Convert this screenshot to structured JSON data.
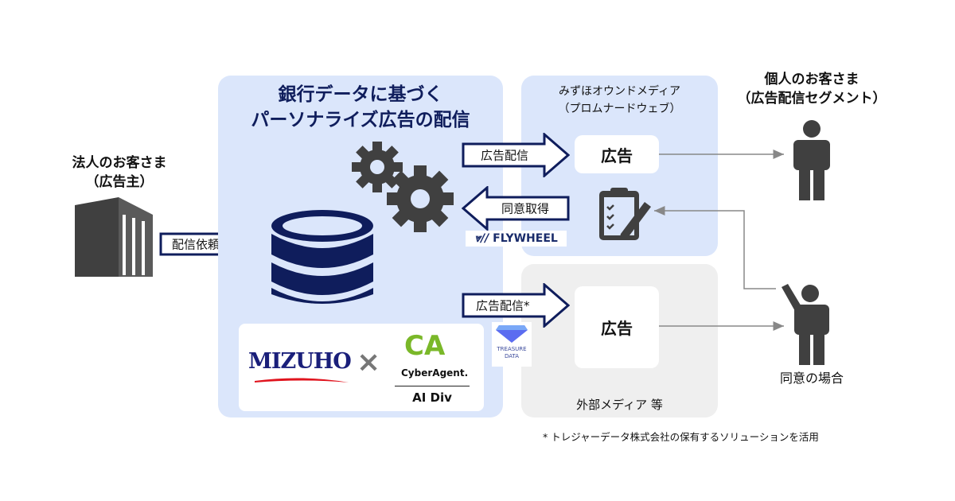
{
  "advertiser": {
    "line1": "法人のお客さま",
    "line2": "（広告主）"
  },
  "request_arrow": "配信依頼",
  "center_panel": {
    "title_line1": "銀行データに基づく",
    "title_line2": "パーソナライズ広告の配信"
  },
  "logos": {
    "mizuho": "MIZUHO",
    "times": "×",
    "cyberagent": "CyberAgent.",
    "ca_mark": "CA",
    "ai_div": "AI Div",
    "flywheel": "FLYWHEEL",
    "treasure_data": "TREASURE DATA"
  },
  "arrows": {
    "deliver": "広告配信",
    "consent": "同意取得",
    "deliver_td": "広告配信*"
  },
  "owned_media": {
    "line1": "みずほオウンドメディア",
    "line2": "（プロムナードウェブ）",
    "ad": "広告"
  },
  "external_media": {
    "ad": "広告",
    "label": "外部メディア 等"
  },
  "individual": {
    "line1": "個人のお客さま",
    "line2": "（広告配信セグメント）",
    "consent_case": "同意の場合"
  },
  "footnote": "* トレジャーデータ株式会社の保有するソリューションを活用",
  "colors": {
    "navy": "#0f1d5c",
    "light_blue": "#dbe6fb",
    "gray_panel": "#efefef",
    "icon_gray": "#404040"
  }
}
